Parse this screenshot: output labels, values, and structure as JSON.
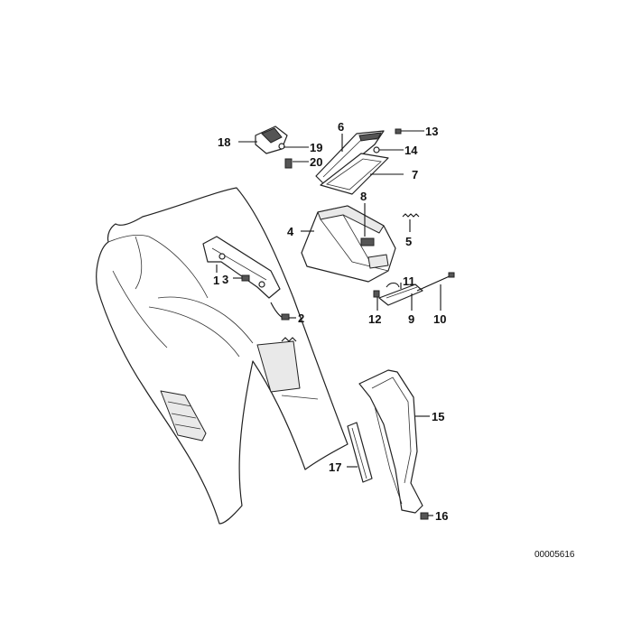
{
  "diagram": {
    "document_number": "00005616",
    "callouts": [
      "1",
      "2",
      "3",
      "4",
      "5",
      "6",
      "7",
      "8",
      "9",
      "10",
      "11",
      "12",
      "13",
      "14",
      "15",
      "16",
      "17",
      "18",
      "19",
      "20"
    ]
  }
}
